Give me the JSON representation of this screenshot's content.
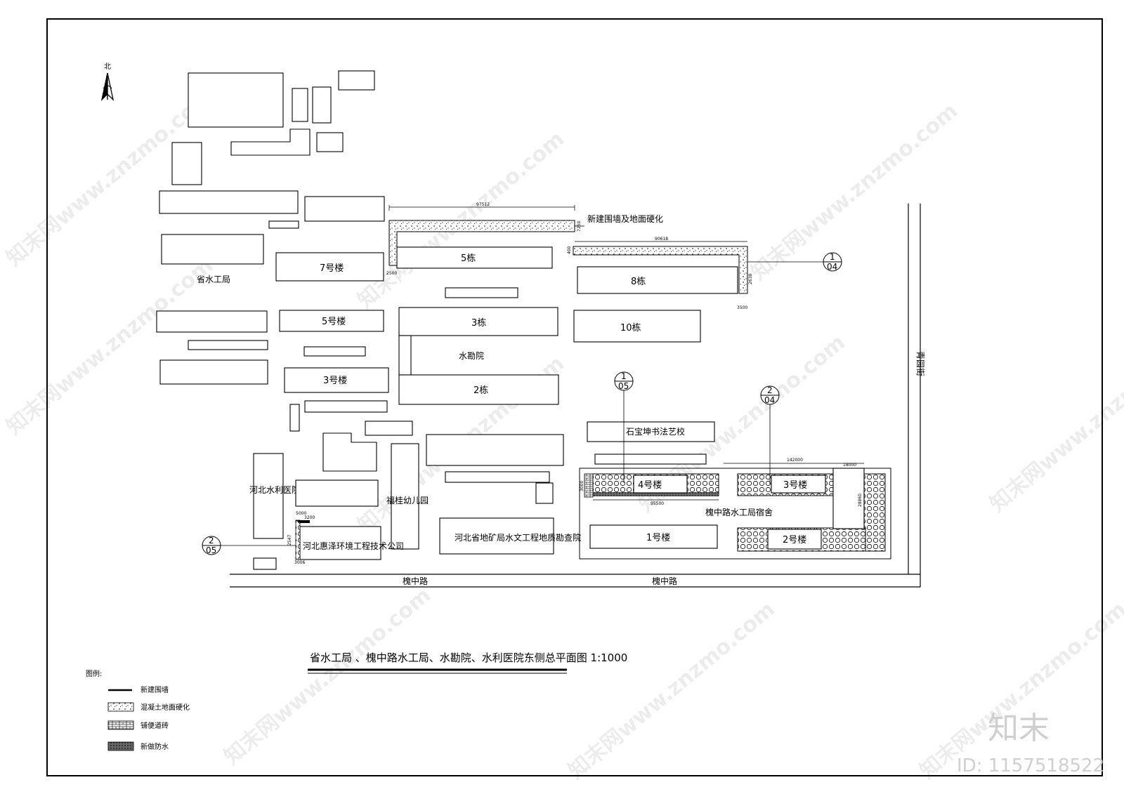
{
  "north_label": "北",
  "buildings": {
    "sheng_shuigongju": "省水工局",
    "b7_lou": "7号楼",
    "b5_lou_left": "5号楼",
    "b3_lou_left": "3号楼",
    "b5_dong": "5栋",
    "b3_dong": "3栋",
    "b2_dong": "2栋",
    "shuikanyuan": "水勘院",
    "b8_dong": "8栋",
    "b10_dong": "10栋",
    "hebei_shuili_yiyuan": "河北水利医院",
    "fugui_youeryuan": "福桂幼儿园",
    "huize_company": "河北惠泽环境工程技术公司",
    "dikuang_yuan": "河北省地矿局水文工程地质勘查院",
    "shibaokun_school": "石宝坤书法艺校",
    "b4_lou": "4号楼",
    "b3_lou_right": "3号楼",
    "b2_lou_right": "2号楼",
    "b1_lou": "1号楼",
    "huaizhong_dorm": "槐中路水工局宿舍"
  },
  "roads": {
    "huaizhong_left": "槐中路",
    "huaizhong_right": "槐中路",
    "east_street": "青园街"
  },
  "annotation": {
    "new_wall": "新建围墙及地面硬化"
  },
  "dimensions": {
    "d97512": "97512",
    "d7250": "7250",
    "d2500": "2500",
    "d90618": "90618",
    "d400": "400",
    "d2638": "2638",
    "d3500": "3500",
    "d142000": "142000",
    "d18000": "18000",
    "d28860": "28860",
    "d95500": "95500",
    "d5000": "5000",
    "d3200": "3200",
    "d3006": "3006",
    "d2547": "2547",
    "d3000": "3000"
  },
  "callouts": [
    {
      "top": "1",
      "bottom": "04"
    },
    {
      "top": "1",
      "bottom": "05"
    },
    {
      "top": "2",
      "bottom": "04"
    },
    {
      "top": "2",
      "bottom": "05"
    }
  ],
  "title": "省水工局 、槐中路水工局、水勘院、水利医院东侧总平面图 1:1000",
  "legend": {
    "heading": "图例:",
    "items": [
      {
        "label": "新建围墙"
      },
      {
        "label": "混凝土地面硬化"
      },
      {
        "label": "铺便道砖"
      },
      {
        "label": "新做防水"
      }
    ]
  },
  "watermark": {
    "brand": "知末",
    "id": "ID: 1157518522",
    "text": "知末网www.znzmo.com"
  }
}
